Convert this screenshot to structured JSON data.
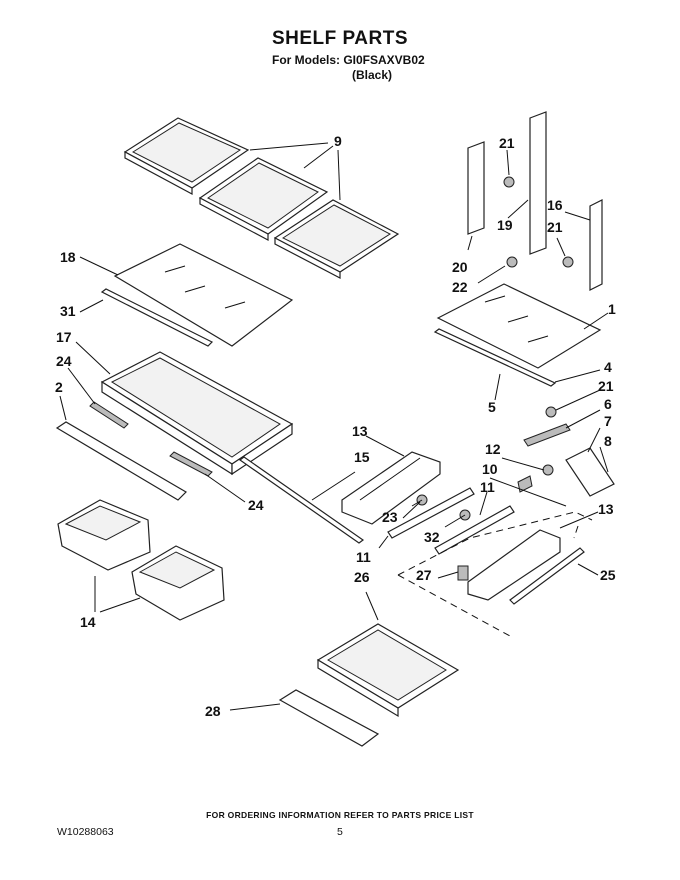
{
  "header": {
    "title": "SHELF PARTS",
    "models_line": "For Models: GI0FSAXVB02",
    "color_line": "(Black)"
  },
  "footer": {
    "ordering_note": "FOR ORDERING INFORMATION REFER TO PARTS PRICE LIST",
    "document_number": "W10288063",
    "page_number": "5"
  },
  "callouts": {
    "c9": "9",
    "c21a": "21",
    "c19": "19",
    "c20": "20",
    "c22": "22",
    "c16": "16",
    "c21b": "21",
    "c1": "1",
    "c4": "4",
    "c21c": "21",
    "c6": "6",
    "c7": "7",
    "c8": "8",
    "c12": "12",
    "c10": "10",
    "c11a": "11",
    "c13a": "13",
    "c13b": "13",
    "c15": "15",
    "c18": "18",
    "c31": "31",
    "c17": "17",
    "c24a": "24",
    "c2": "2",
    "c24b": "24",
    "c23": "23",
    "c32": "32",
    "c11b": "11",
    "c5": "5",
    "c27": "27",
    "c25": "25",
    "c26": "26",
    "c14": "14",
    "c28": "28"
  }
}
